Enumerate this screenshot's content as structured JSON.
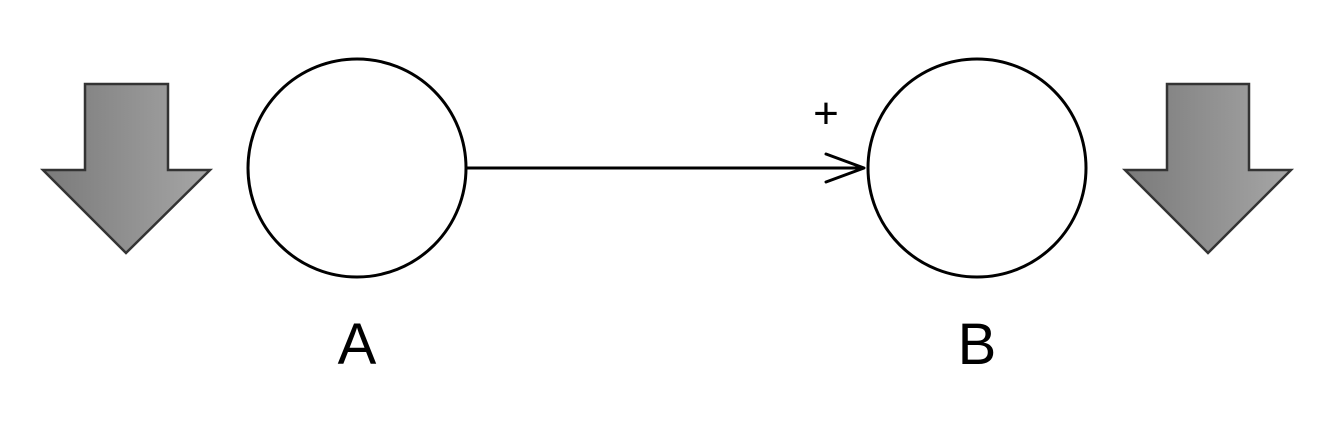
{
  "nodes": [
    {
      "id": "A",
      "label": "A"
    },
    {
      "id": "B",
      "label": "B"
    }
  ],
  "edges": [
    {
      "from": "A",
      "to": "B",
      "sign": "+"
    }
  ],
  "style": {
    "arrow_fill_dark": "#7a7a7a",
    "arrow_fill_light": "#a6a6a6",
    "stroke": "#000000"
  }
}
